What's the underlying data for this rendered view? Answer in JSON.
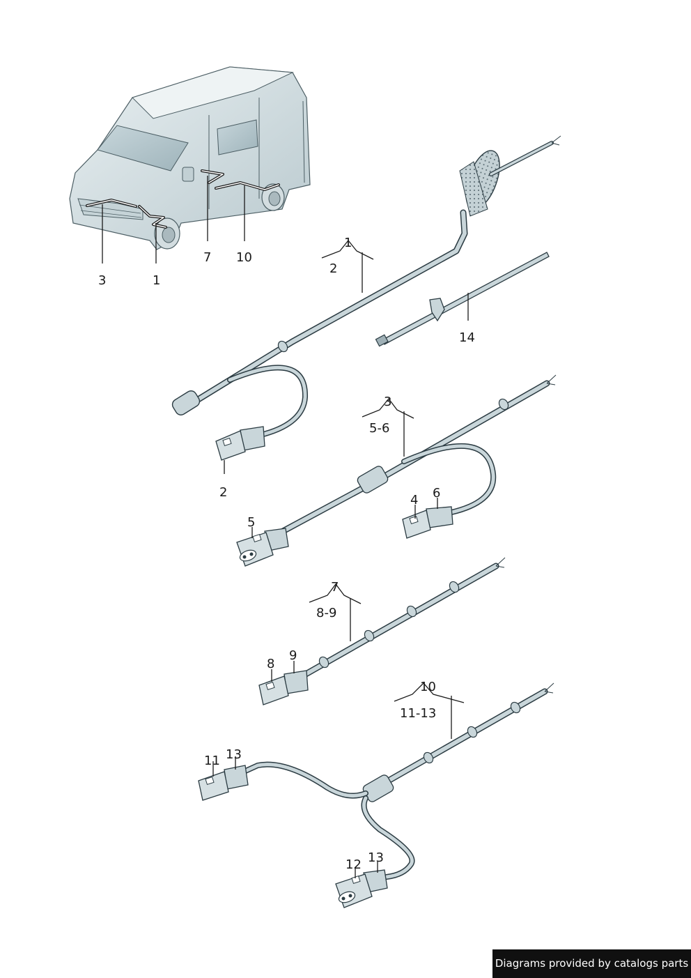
{
  "labels": {
    "van_3": "3",
    "van_1": "1",
    "van_7": "7",
    "van_10": "10",
    "group1_top": "1",
    "group1_sub": "2",
    "part2": "2",
    "part14": "14",
    "group3_top": "3",
    "group3_sub": "5-6",
    "part4": "4",
    "part6": "6",
    "part5": "5",
    "group7_top": "7",
    "group7_sub": "8-9",
    "part8": "8",
    "part9": "9",
    "group10_top": "10",
    "group10_sub": "11-13",
    "part11": "11",
    "part13a": "13",
    "part12": "12",
    "part13b": "13"
  },
  "credit": "Diagrams provided by catalogs parts",
  "colors": {
    "cable_outline": "#2b3b42",
    "cable_fill": "#c9d6da",
    "van_body": "#d9e3e6",
    "van_glass": "#b4c6cc",
    "label": "#1a1a1a",
    "credit_bg": "#101010"
  }
}
